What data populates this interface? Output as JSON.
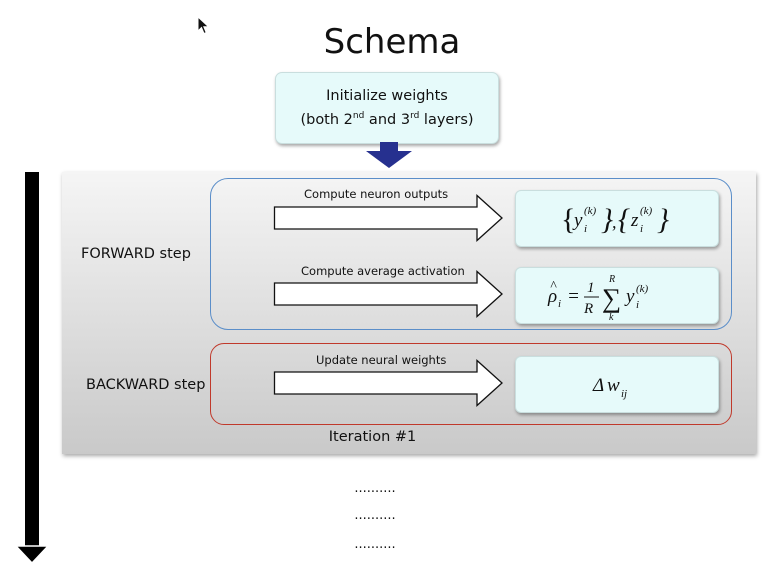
{
  "title": "Schema",
  "init_box": {
    "line1": "Initialize weights",
    "line2_pre": "(both 2",
    "line2_sup1": "nd",
    "line2_mid": " and 3",
    "line2_sup2": "rd",
    "line2_post": " layers)"
  },
  "forward": {
    "label": "FORWARD step",
    "arrows": [
      {
        "label": "Compute neuron outputs",
        "formula": "{y_i^(k)}, {z_i^(k)}"
      },
      {
        "label": "Compute average activation",
        "formula": "ρ̂_i = (1/R) Σ_k^R y_i^(k)"
      }
    ]
  },
  "backward": {
    "label": "BACKWARD step",
    "arrows": [
      {
        "label": "Update neural weights",
        "formula": "Δw_ij"
      }
    ]
  },
  "iteration_label": "Iteration #1",
  "dots": [
    "..........",
    "..........",
    ".........."
  ],
  "colors": {
    "forward_border": "#5b8ec9",
    "backward_border": "#c0392b",
    "result_fill": "#e6fafa",
    "down_arrow": "#26308f"
  },
  "icons": {
    "cursor": "mouse-pointer-icon",
    "time_arrow": "long-down-arrow-icon",
    "init_arrow": "down-arrow-icon",
    "step_arrow": "right-arrow-icon"
  }
}
